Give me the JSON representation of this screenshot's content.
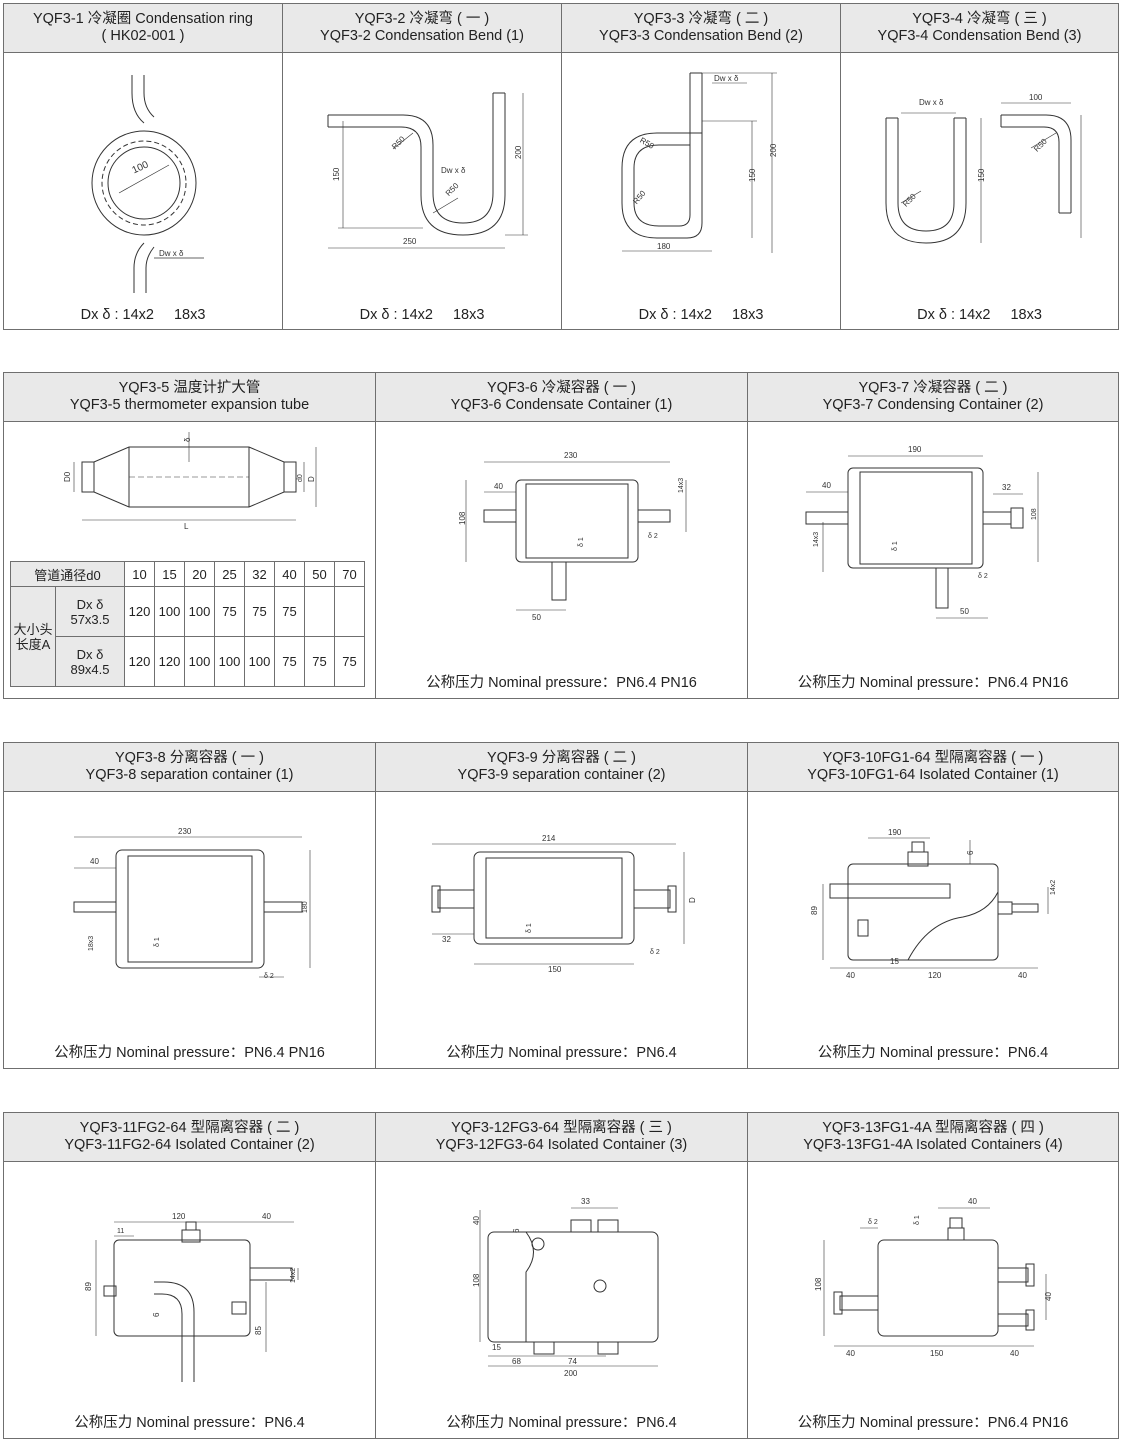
{
  "row1": [
    {
      "title_cn": "YQF3-1 冷凝圈 Condensation ring",
      "title_en": "( HK02-001 )",
      "footer": "Dx δ : 14x2",
      "footer2": "18x3",
      "labels": {
        "d": "100",
        "pipe": "Dw x δ"
      }
    },
    {
      "title_cn": "YQF3-2 冷凝弯 ( 一 )",
      "title_en": "YQF3-2 Condensation Bend (1)",
      "footer": "Dx δ : 14x2",
      "footer2": "18x3",
      "labels": {
        "r1": "R50",
        "r2": "R50",
        "pipe": "Dw x δ",
        "h1": "150",
        "h2": "200",
        "w": "250"
      }
    },
    {
      "title_cn": "YQF3-3 冷凝弯 ( 二 )",
      "title_en": "YQF3-3 Condensation Bend (2)",
      "footer": "Dx δ : 14x2",
      "footer2": "18x3",
      "labels": {
        "r1": "R50",
        "r2": "R50",
        "pipe": "Dw x δ",
        "h1": "150",
        "h2": "200",
        "w": "180"
      }
    },
    {
      "title_cn": "YQF3-4 冷凝弯 ( 三 )",
      "title_en": "YQF3-4 Condensation Bend (3)",
      "footer": "Dx δ : 14x2",
      "footer2": "18x3",
      "labels": {
        "r1": "R50",
        "r2": "R50",
        "pipe": "Dw x δ",
        "h": "150",
        "w": "100"
      }
    }
  ],
  "row2": [
    {
      "title_cn": "YQF3-5 温度计扩大管",
      "title_en": "YQF3-5 thermometer expansion tube",
      "labels": {
        "delta": "δ",
        "d0": "D0",
        "dd": "d0",
        "D": "D",
        "L": "L"
      },
      "table": {
        "header_label": "管道通径d0",
        "header_values": [
          "10",
          "15",
          "20",
          "25",
          "32",
          "40",
          "50",
          "70"
        ],
        "group_label": "大小头长度A",
        "rows": [
          {
            "label": "Dx δ 57x3.5",
            "values": [
              "120",
              "100",
              "100",
              "75",
              "75",
              "75",
              "",
              ""
            ]
          },
          {
            "label": "Dx δ 89x4.5",
            "values": [
              "120",
              "120",
              "100",
              "100",
              "100",
              "75",
              "75",
              "75"
            ]
          }
        ]
      }
    },
    {
      "title_cn": "YQF3-6 冷凝容器 ( 一 )",
      "title_en": "YQF3-6 Condensate Container (1)",
      "footer": "公称压力 Nominal pressure：PN6.4  PN16",
      "labels": {
        "w": "230",
        "s": "40",
        "h": "108",
        "t": "14x3",
        "b": "50",
        "d1": "δ 1",
        "d2": "δ 2"
      }
    },
    {
      "title_cn": "YQF3-7 冷凝容器 ( 二 )",
      "title_en": "YQF3-7 Condensing Container (2)",
      "footer": "公称压力 Nominal pressure：PN6.4  PN16",
      "labels": {
        "w": "190",
        "s": "40",
        "r": "32",
        "h": "108",
        "t": "14x3",
        "b": "50",
        "d1": "δ 1",
        "d2": "δ 2"
      }
    }
  ],
  "row3": [
    {
      "title_cn": "YQF3-8 分离容器 ( 一 )",
      "title_en": "YQF3-8 separation container (1)",
      "footer": "公称压力 Nominal pressure：PN6.4 PN16",
      "labels": {
        "w": "230",
        "s": "40",
        "h": "180",
        "t": "18x3",
        "d1": "δ 1",
        "d2": "δ 2"
      }
    },
    {
      "title_cn": "YQF3-9 分离容器 ( 二 )",
      "title_en": "YQF3-9 separation container (2)",
      "footer": "公称压力 Nominal pressure：PN6.4",
      "labels": {
        "w": "214",
        "s": "32",
        "b": "150",
        "D": "D",
        "d1": "δ 1",
        "d2": "δ 2"
      }
    },
    {
      "title_cn": "YQF3-10FG1-64 型隔离容器 ( 一 )",
      "title_en": "YQF3-10FG1-64 Isolated Container (1)",
      "footer": "公称压力 Nominal pressure：PN6.4",
      "labels": {
        "w": "190",
        "g": "6",
        "t": "14x2",
        "h": "89",
        "a": "40",
        "c": "15",
        "b": "120",
        "e": "40"
      }
    }
  ],
  "row4": [
    {
      "title_cn": "YQF3-11FG2-64 型隔离容器 ( 二 )",
      "title_en": "YQF3-11FG2-64 Isolated Container (2)",
      "footer": "公称压力 Nominal pressure：PN6.4",
      "labels": {
        "w": "120",
        "r": "40",
        "c": "11",
        "h": "89",
        "g": "6",
        "t": "14x2",
        "b": "85"
      }
    },
    {
      "title_cn": "YQF3-12FG3-64 型隔离容器 ( 三 )",
      "title_en": "YQF3-12FG3-64 Isolated Container (3)",
      "footer": "公称压力 Nominal pressure：PN6.4",
      "labels": {
        "top": "33",
        "a": "40",
        "g": "6",
        "h": "108",
        "c": "15",
        "l": "68",
        "m": "74",
        "w": "200"
      }
    },
    {
      "title_cn": "YQF3-13FG1-4A 型隔离容器 ( 四 )",
      "title_en": "YQF3-13FG1-4A Isolated Containers (4)",
      "footer": "公称压力 Nominal pressure：PN6.4  PN16",
      "labels": {
        "top": "40",
        "d2": "δ 2",
        "d1": "δ 1",
        "h": "108",
        "r": "40",
        "a": "40",
        "b": "150",
        "e": "40"
      }
    }
  ]
}
